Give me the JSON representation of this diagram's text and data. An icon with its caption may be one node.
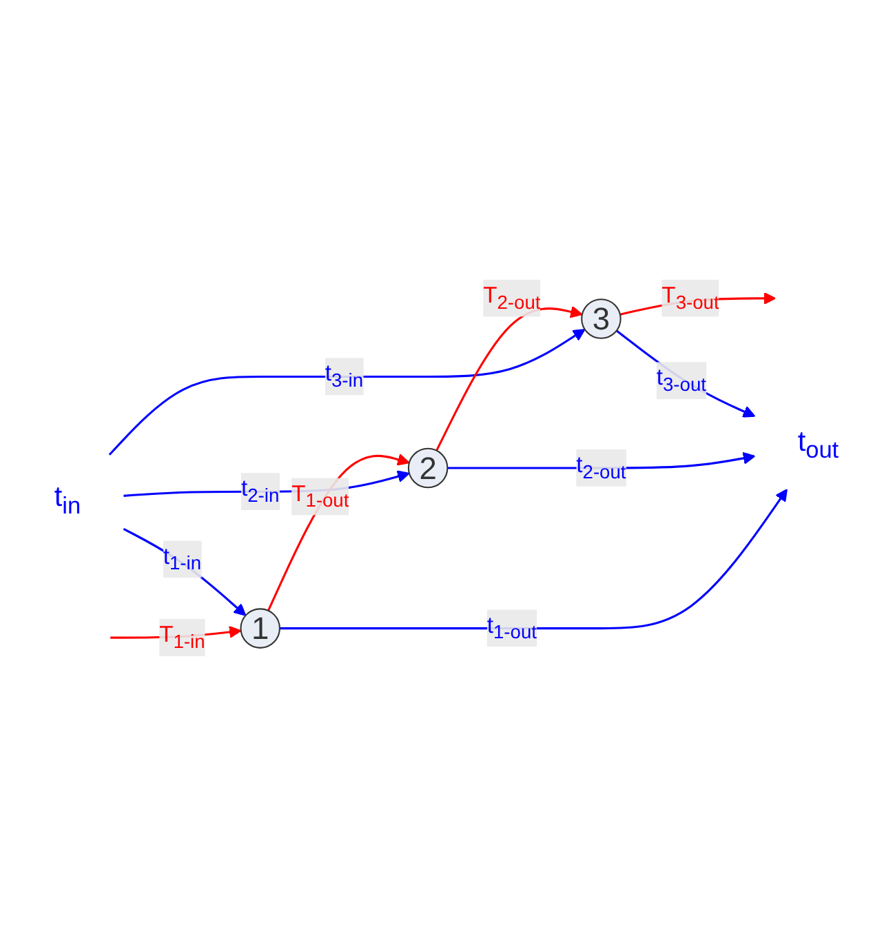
{
  "diagram": {
    "nodes": [
      {
        "text": [
          "t$_{in}$"
        ]
      },
      {
        "text": [
          "1"
        ]
      },
      {
        "text": [
          "2"
        ]
      },
      {
        "text": [
          "3"
        ]
      },
      {
        "text": [
          "t$_{out}$"
        ]
      }
    ],
    "edges": [
      {
        "from": null,
        "to": 1,
        "arrow": "to",
        "label": "T$_{1-in}$",
        "color": "#ff0000"
      },
      {
        "from": 0,
        "to": 1,
        "arrow": "to",
        "label": "t$_{1-in}$"
      },
      {
        "from": 0,
        "to": 2,
        "arrow": "to",
        "label": "t$_{2-in}$"
      },
      {
        "from": 0,
        "to": 3,
        "arrow": "to",
        "label": "t$_{3-in}$"
      },
      {
        "from": 1,
        "to": 2,
        "arrow": "to",
        "label": "T$_{1-out}$",
        "color": "#ff0000"
      },
      {
        "from": 2,
        "to": 3,
        "arrow": "to",
        "label": "T$_{2-out}$",
        "color": "#ff0000"
      },
      {
        "from": 3,
        "to": null,
        "arrow": "to",
        "label": "T$_{3-out}$",
        "color": "#ff0000"
      },
      {
        "from": 1,
        "to": 4,
        "arrow": "to",
        "label": "t$_{1-out}$"
      },
      {
        "from": 2,
        "to": 4,
        "arrow": "to",
        "label": "t$_{2-out}$"
      },
      {
        "from": 3,
        "to": 4,
        "arrow": "to",
        "label": "t$_{3-out}$"
      }
    ]
  }
}
